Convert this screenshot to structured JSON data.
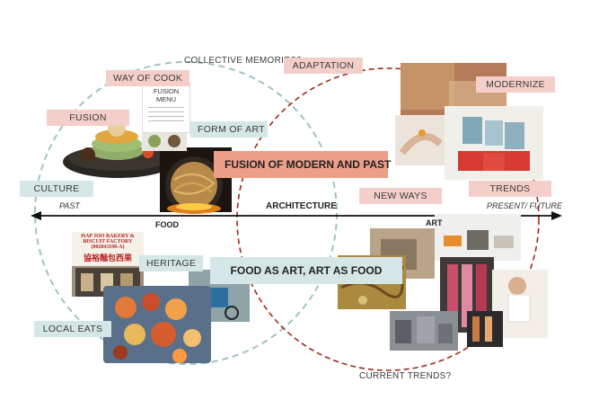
{
  "top_question": "COLLECTIVE MEMORIES?",
  "bottom_question": "CURRENT TRENDS?",
  "left_tags": {
    "way_of_cook": "WAY OF COOK",
    "fusion": "FUSION",
    "form_of_art": "FORM OF ART",
    "culture": "CULTURE",
    "heritage": "HERITAGE",
    "local_eats": "LOCAL EATS"
  },
  "right_tags": {
    "adaptation": "ADAPTATION",
    "modernize": "MODERNIZE",
    "new_ways": "NEW WAYS",
    "trends": "TRENDS"
  },
  "center": {
    "fusion_modern_past": "FUSION OF MODERN AND PAST",
    "food_as_art": "FOOD AS ART, ART AS FOOD",
    "architecture": "ARCHITECTURE"
  },
  "axis": {
    "past": "PAST",
    "present_future": "PRESENT/ FUTURE",
    "food": "FOOD",
    "art": "ART"
  },
  "menu": {
    "title": "FUSION MENU"
  },
  "shop_sign": {
    "line1": "HAP JOO BAKERY & BISCUIT FACTORY",
    "line2": "(002041198-A)",
    "line3": "協裕麵包西果"
  },
  "colors": {
    "left_circle": "#9fc3c4",
    "right_circle": "#9b2b1a",
    "pink_tag": "#f4cfc9",
    "blue_tag": "#d5e6e6",
    "salmon_banner": "#ec9e89",
    "axis": "#111111"
  }
}
